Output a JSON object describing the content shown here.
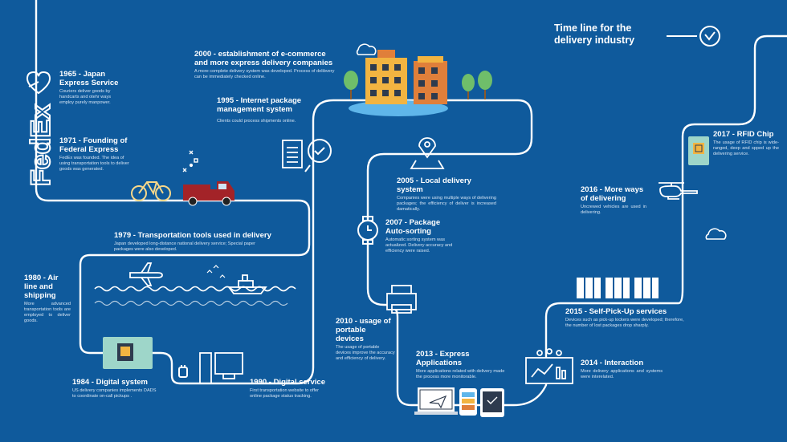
{
  "page": {
    "title": "Time line for the delivery industry",
    "brand": "FedEx"
  },
  "events": [
    {
      "id": "e1965",
      "title": "1965 - Japan Express Service",
      "desc": "Couriers deliver goods by handcarts and otehr ways employ purely manpower."
    },
    {
      "id": "e1971",
      "title": "1971 - Founding of Federal Express",
      "desc": "FedEx was founded. The idea of using transportation tools to deliver goods was generated."
    },
    {
      "id": "e1979",
      "title": "1979 - Transportation tools used in delivery",
      "desc": "Japan developed long-distance national delivery service; Special paper packages were also developed."
    },
    {
      "id": "e1980",
      "title": "1980 - Air line and shipping",
      "desc": "More advanced transportation tools are employed to deliver goods."
    },
    {
      "id": "e1984",
      "title": "1984 - Digital system",
      "desc": "US delivery companies implements DADS to coordinate on-call pickups ."
    },
    {
      "id": "e1990",
      "title": "1990 - Digital service",
      "desc": "First transportation website to offer online package status tracking."
    },
    {
      "id": "e1995",
      "title": "1995 - Internet package management system",
      "desc": "Clients could process shipments online."
    },
    {
      "id": "e2000",
      "title": "2000 - establishment of e-commerce and more express delivery companies",
      "desc": "A more complete delivery system was developed. Process of delibvery can be immediately checked online."
    },
    {
      "id": "e2005",
      "title": "2005 - Local delivery system",
      "desc": "Companies were using multiple ways of delivering packages; the efficiency of deliver is increased damatically."
    },
    {
      "id": "e2007",
      "title": "2007 - Package Auto-sorting",
      "desc": "Automatic sorting system was actualized. Delivery accuracy and efficiency were raised."
    },
    {
      "id": "e2010",
      "title": "2010 - usage of portable devices",
      "desc": "The usage of portable devices improve the accuracy and efficiency of delivery."
    },
    {
      "id": "e2013",
      "title": "2013 - Express Applications",
      "desc": "More applications related with  delivery made the process more monitorable."
    },
    {
      "id": "e2014",
      "title": "2014 - Interaction",
      "desc": "More delivery applications and systems were interelated."
    },
    {
      "id": "e2015",
      "title": "2015 -  Self-Pick-Up services",
      "desc": "Devices such as pick-up lockers were developed; therefore, the number of lost packages drop sharply."
    },
    {
      "id": "e2016",
      "title": "2016 - More ways of delivering",
      "desc": "Uncrewed vehicles are used in delivering."
    },
    {
      "id": "e2017",
      "title": "2017 - RFID Chip",
      "desc": "The usage of RFID chip is wide-ranged, deep and spped up the delivering service."
    }
  ],
  "colors": {
    "background": "#0f5a9c",
    "line": "#ffffff",
    "truck": "#a32328",
    "building_yellow": "#f2b441",
    "building_orange": "#e07f3a",
    "tree": "#6fbe6a",
    "water": "#5fb6ea",
    "chip": "#9ed6c9"
  },
  "icons": [
    "heart-hand-icon",
    "fedex-logo",
    "bicycle-icon",
    "truck-icon",
    "airplane-icon",
    "ship-icon",
    "circuit-board-icon",
    "plug-icon",
    "computer-icon",
    "document-icon",
    "person-check-icon",
    "city-icon",
    "cloud-icon",
    "map-pin-icon",
    "watch-icon",
    "printer-icon",
    "laptop-icon",
    "phone-icon",
    "tablet-icon",
    "dashboard-icon",
    "locker-icon",
    "helicopter-icon",
    "rfid-chip-icon",
    "clock-icon"
  ]
}
